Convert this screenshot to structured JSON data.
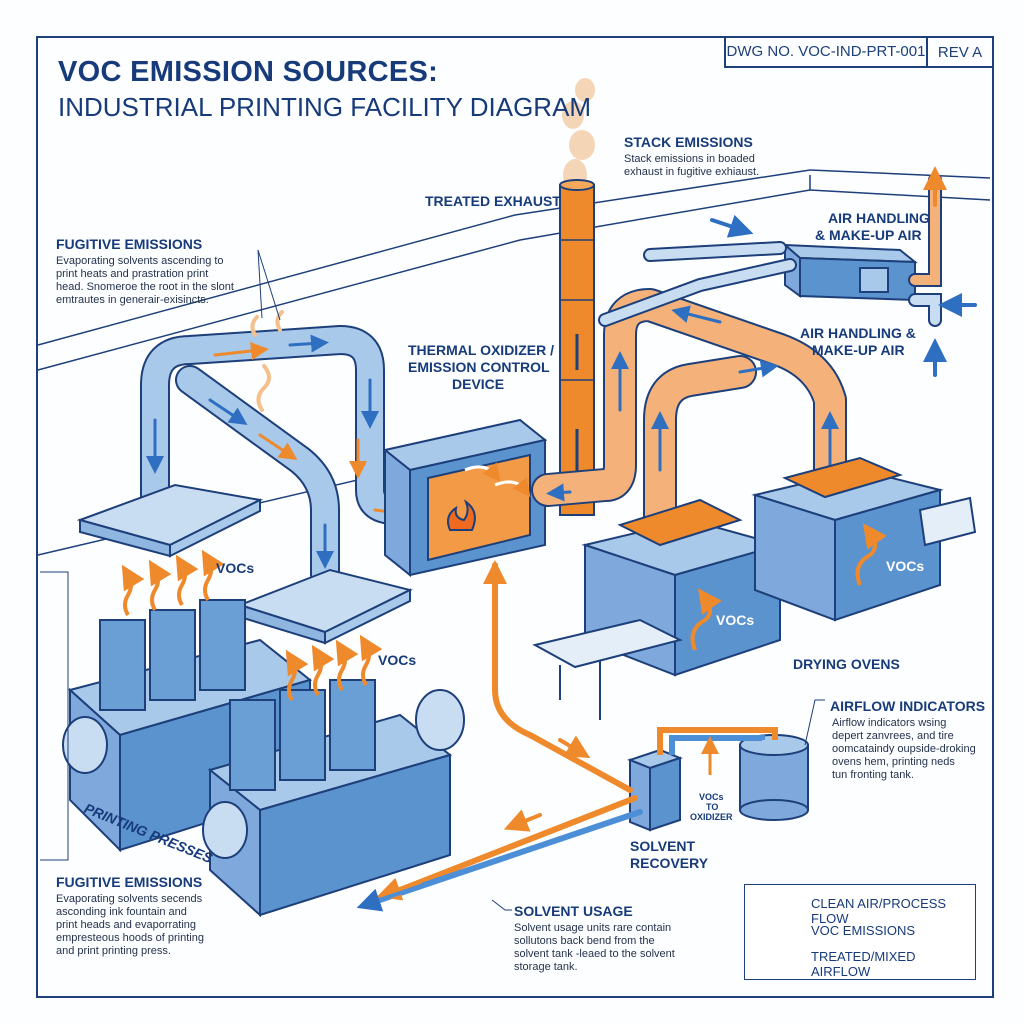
{
  "drawing": {
    "number": "DWG NO. VOC-IND-PRT-001",
    "revision": "REV A"
  },
  "title": {
    "line1": "VOC EMISSION SOURCES:",
    "line2": "INDUSTRIAL PRINTING FACILITY DIAGRAM"
  },
  "labels": {
    "stack_emissions": "STACK EMISSIONS",
    "stack_emissions_desc_1": "Stack emissions in boaded",
    "stack_emissions_desc_2": "exhaust in fugitive exhiaust.",
    "treated_exhaust": "TREATED EXHAUST",
    "air_handling_top_1": "AIR HANDLING",
    "air_handling_top_2": "& MAKE-UP AIR",
    "air_handling_bottom_1": "AIR HANDLING &",
    "air_handling_bottom_2": "MAKE-UP AIR",
    "fugitive_top": "FUGITIVE EMISSIONS",
    "fugitive_top_desc_1": "Evaporating solvents ascending to",
    "fugitive_top_desc_2": "print heats and prastration print",
    "fugitive_top_desc_3": "head. Snomeroe the root in the slont",
    "fugitive_top_desc_4": "emtrautes in generair-exisincts.",
    "thermal_1": "THERMAL OXIDIZER /",
    "thermal_2": "EMISSION CONTROL",
    "thermal_3": "DEVICE",
    "vocs_left": "VOCs",
    "vocs_press": "VOCs",
    "vocs_oven_left": "VOCs",
    "vocs_oven_right": "VOCs",
    "drying_ovens": "DRYING OVENS",
    "airflow_indicators": "AIRFLOW INDICATORS",
    "airflow_desc_1": "Airflow indicators wsing",
    "airflow_desc_2": "depert zanvrees, and tire",
    "airflow_desc_3": "oomcataindy oupside-droking",
    "airflow_desc_4": "ovens hem, printing neds",
    "airflow_desc_5": "tun fronting tank.",
    "printing_presses": "PRINTING PRESSES",
    "vocs_to_oxidizer_1": "VOCs",
    "vocs_to_oxidizer_2": "TO",
    "vocs_to_oxidizer_3": "OXIDIZER",
    "solvent_recovery_1": "SOLVENT",
    "solvent_recovery_2": "RECOVERY",
    "fugitive_bottom": "FUGITIVE EMISSIONS",
    "fugitive_bottom_desc_1": "Evaporating solvents secends",
    "fugitive_bottom_desc_2": "asconding ink fountain and",
    "fugitive_bottom_desc_3": "print heads and evaporrating",
    "fugitive_bottom_desc_4": "empresteous hoods of printing",
    "fugitive_bottom_desc_5": "and print printing press.",
    "solvent_usage": "SOLVENT USAGE",
    "solvent_usage_desc_1": "Solvent usage units rare contain",
    "solvent_usage_desc_2": "sollutons back bend from the",
    "solvent_usage_desc_3": "solvent tank -leaed to the solvent",
    "solvent_usage_desc_4": "storage tank."
  },
  "legend": {
    "clean_air": "CLEAN AIR/PROCESS FLOW",
    "voc_emissions": "VOC EMISSIONS",
    "treated": "TREATED/MIXED AIRFLOW"
  },
  "colors": {
    "clean_air": "#4d8fd6",
    "voc": "#ef8a2c",
    "equipment": "#5b93cf",
    "outline": "#1d3f7a"
  }
}
